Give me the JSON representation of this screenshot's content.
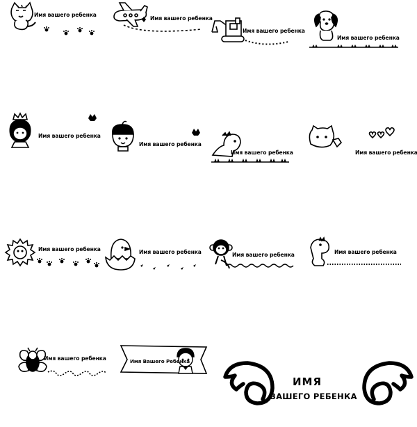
{
  "stickers": [
    {
      "theme": "cat",
      "label": "Имя вашего ребенка"
    },
    {
      "theme": "airplane",
      "label": "Имя вашего ребенка"
    },
    {
      "theme": "excavator",
      "label": "Имя вашего ребенка"
    },
    {
      "theme": "puppy",
      "label": "Имя вашего ребенка"
    },
    {
      "theme": "princess",
      "label": "Имя вашего ребенка"
    },
    {
      "theme": "boy-with-crown",
      "label": "Имя вашего ребенка"
    },
    {
      "theme": "dinosaur",
      "label": "Имя вашего ребенка"
    },
    {
      "theme": "kitty-with-hearts",
      "label": "Имя вашего ребенка"
    },
    {
      "theme": "lion",
      "label": "Имя вашего ребенка"
    },
    {
      "theme": "chick",
      "label": "Имя вашего ребенка"
    },
    {
      "theme": "monkey",
      "label": "Имя вашего ребенка"
    },
    {
      "theme": "dragon",
      "label": "Имя вашего ребенка"
    },
    {
      "theme": "bee",
      "label": "Имя вашего ребенка"
    },
    {
      "theme": "boy-banner",
      "label": "Имя Вашего Ребенка"
    },
    {
      "theme": "wings",
      "line1": "ИМЯ",
      "line2": "ВАШЕГО РЕБЕНКА"
    }
  ],
  "colors": {
    "ink": "#000000",
    "background": "#ffffff"
  }
}
